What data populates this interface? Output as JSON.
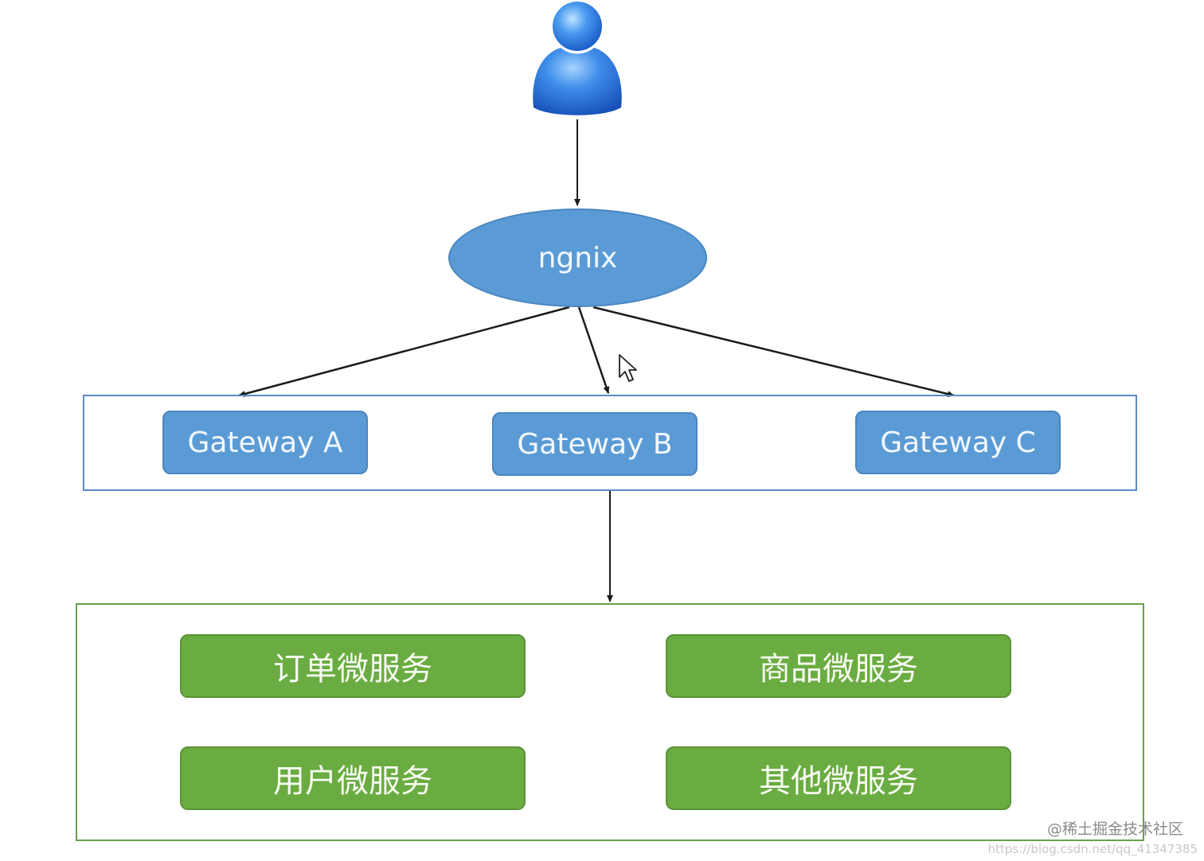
{
  "diagram": {
    "nodes": {
      "ngnix": "ngnix",
      "gateways": [
        "Gateway A",
        "Gateway B",
        "Gateway C"
      ],
      "services": [
        "订单微服务",
        "商品微服务",
        "用户微服务",
        "其他微服务"
      ]
    },
    "icons": {
      "user": "user-icon",
      "cursor": "mouse-pointer-icon"
    },
    "colors": {
      "blue_node": "#5b9bd5",
      "green_node": "#6aac41",
      "gateway_group_border": "#5a8cc4",
      "service_group_border": "#6aa04a",
      "edge": "#1a1a1a"
    }
  },
  "watermark": {
    "text": "@稀土掘金技术社区",
    "url": "https://blog.csdn.net/qq_41347385"
  }
}
